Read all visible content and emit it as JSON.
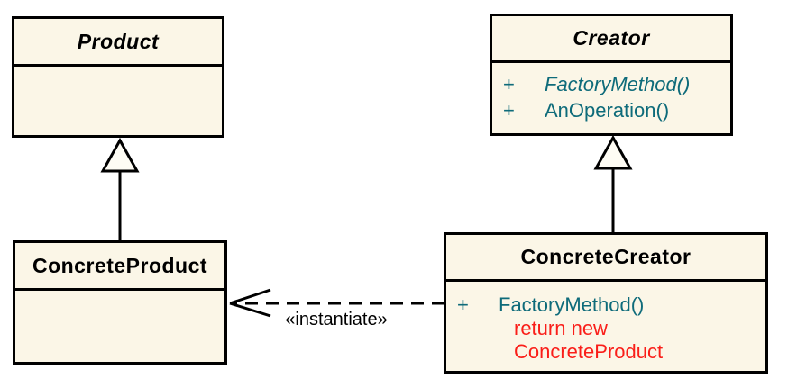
{
  "classes": {
    "product": {
      "name": "Product"
    },
    "creator": {
      "name": "Creator",
      "methods": [
        {
          "visibility": "+",
          "signature": "FactoryMethod()"
        },
        {
          "visibility": "+",
          "signature": "AnOperation()"
        }
      ]
    },
    "concrete_product": {
      "name": "ConcreteProduct"
    },
    "concrete_creator": {
      "name": "ConcreteCreator",
      "methods": [
        {
          "visibility": "+",
          "signature": "FactoryMethod()"
        }
      ],
      "code_note_lines": [
        "return new",
        "ConcreteProduct"
      ]
    }
  },
  "relationships": {
    "instantiate_label": "«instantiate»"
  },
  "colors": {
    "background": "#FFFFFF",
    "class_fill": "#FBF6E7",
    "triangle_fill": "#FEFCF4",
    "line_color": "#000000",
    "title_text": "#000000",
    "method_text": "#0E6B7A",
    "code_note_text": "#FA1E19"
  }
}
